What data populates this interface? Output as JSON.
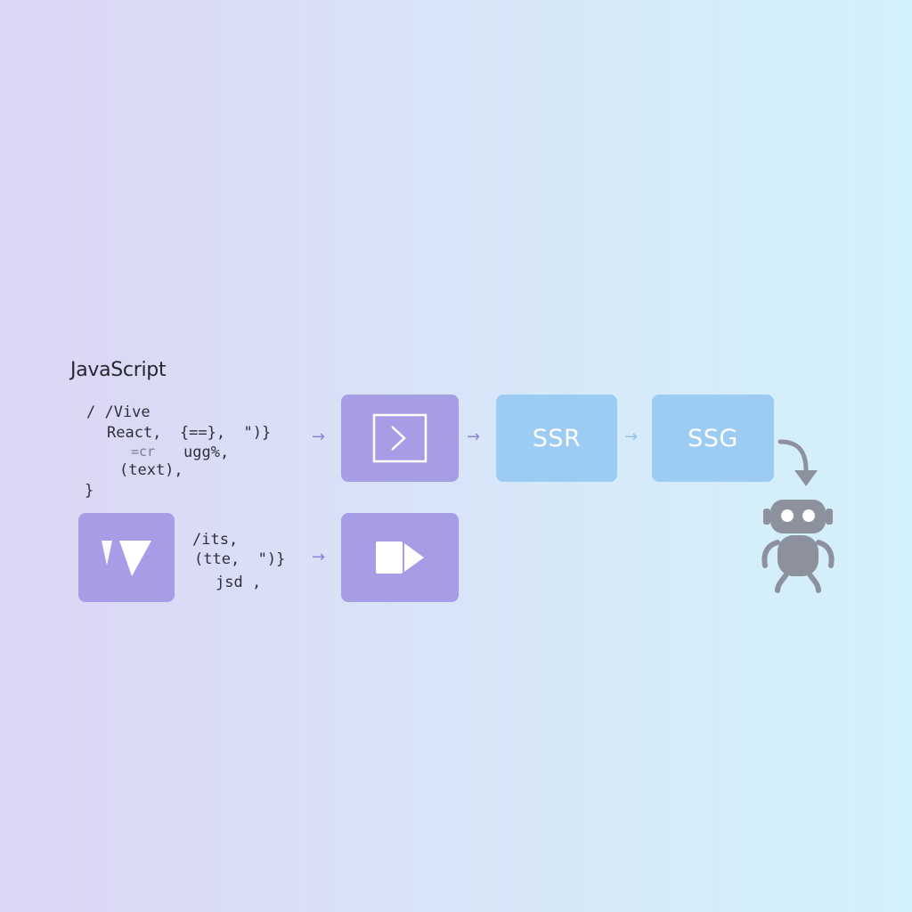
{
  "diagram": {
    "heading": "JavaScript",
    "code_top": {
      "line1": "/ /Vive",
      "line2": "React,  {==},  \")}",
      "line3a": "=cr",
      "line3b": "ugg%,",
      "line4": "(text),",
      "line5": "}"
    },
    "code_bottom": {
      "line1": "/its,",
      "line2": "(tte,  \")}",
      "line3": "jsd ,"
    },
    "arrow_glyph": "→",
    "boxes": {
      "ssr_label": "SSR",
      "ssg_label": "SSG"
    },
    "colors": {
      "violet_box": "#a79de6",
      "blue_box": "#9ccbf3",
      "robot": "#8d919e",
      "arrow_violet": "#8c84dc",
      "arrow_blue": "#8cc2ee"
    },
    "icons": {
      "terminal_box": "terminal-prompt-icon",
      "vue_box": "vue-logo-icon",
      "play_box": "document-play-icon",
      "robot": "robot-icon",
      "curved_arrow": "curved-arrow-down-icon"
    }
  }
}
